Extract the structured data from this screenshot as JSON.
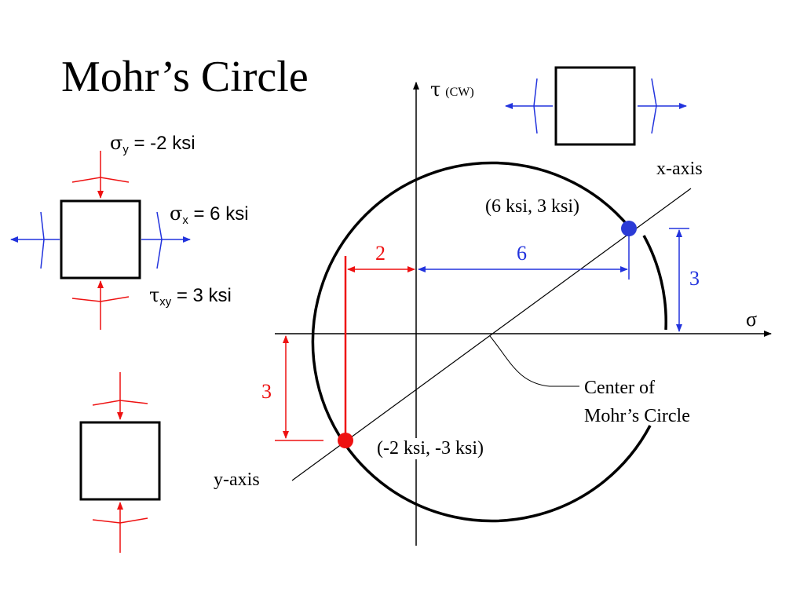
{
  "title": "Mohr’s Circle",
  "stresses": {
    "sigma_y": {
      "symbol": "σ",
      "subscript": "y",
      "value": " = -2 ksi"
    },
    "sigma_x": {
      "symbol": "σ",
      "subscript": "x",
      "value": " = 6 ksi"
    },
    "tau_xy": {
      "symbol": "τ",
      "subscript": "xy",
      "value": " = 3 ksi"
    }
  },
  "axes": {
    "tau_symbol": "τ",
    "tau_note": "(CW)",
    "sigma_symbol": "σ"
  },
  "labels": {
    "x_axis": "x-axis",
    "y_axis": "y-axis",
    "point_x": "(6 ksi, 3 ksi)",
    "point_y": "(-2 ksi, -3 ksi)",
    "center_line1": "Center of",
    "center_line2": "Mohr’s Circle"
  },
  "dimensions": {
    "left_red": "2",
    "right_blue": "6",
    "vertical_blue": "3",
    "vertical_red": "3"
  },
  "colors": {
    "red": "#ee1111",
    "blue": "#2233dd",
    "black": "#000000"
  }
}
